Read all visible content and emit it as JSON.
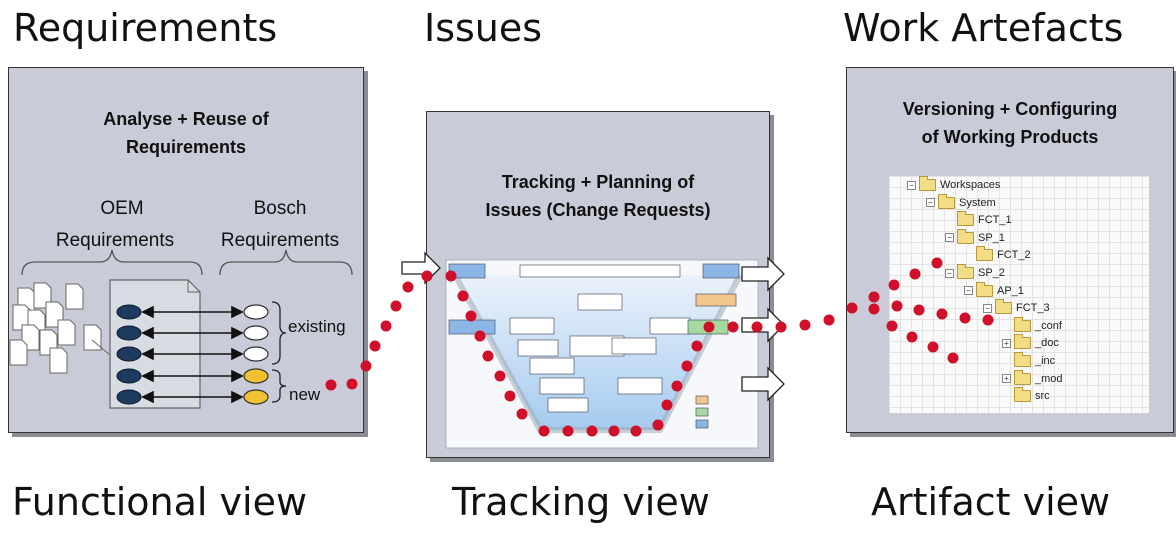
{
  "headings": {
    "requirements": "Requirements",
    "issues": "Issues",
    "work_artefacts": "Work Artefacts"
  },
  "footers": {
    "functional": "Functional view",
    "tracking": "Tracking view",
    "artifact": "Artifact view"
  },
  "panel_left": {
    "title_line1": "Analyse + Reuse of",
    "title_line2": "Requirements",
    "col1_line1": "OEM",
    "col1_line2": "Requirements",
    "col2_line1": "Bosch",
    "col2_line2": "Requirements",
    "existing_label": "existing",
    "new_label": "new"
  },
  "panel_middle": {
    "title_line1": "Tracking + Planning of",
    "title_line2": "Issues (Change Requests)"
  },
  "panel_right": {
    "title_line1": "Versioning + Configuring",
    "title_line2": "of Working Products",
    "tree": [
      {
        "label": "Workspaces",
        "depth": 0,
        "expander": "−"
      },
      {
        "label": "System",
        "depth": 1,
        "expander": "−"
      },
      {
        "label": "FCT_1",
        "depth": 2,
        "expander": ""
      },
      {
        "label": "SP_1",
        "depth": 2,
        "expander": "−"
      },
      {
        "label": "FCT_2",
        "depth": 3,
        "expander": ""
      },
      {
        "label": "SP_2",
        "depth": 2,
        "expander": "−"
      },
      {
        "label": "AP_1",
        "depth": 3,
        "expander": "−"
      },
      {
        "label": "FCT_3",
        "depth": 4,
        "expander": "−"
      },
      {
        "label": "_conf",
        "depth": 5,
        "expander": ""
      },
      {
        "label": "_doc",
        "depth": 5,
        "expander": "+"
      },
      {
        "label": "_inc",
        "depth": 5,
        "expander": ""
      },
      {
        "label": "_mod",
        "depth": 5,
        "expander": "+"
      },
      {
        "label": "src",
        "depth": 5,
        "expander": ""
      }
    ]
  },
  "colors": {
    "panel_bg": "#c9ccd8",
    "dots": "#d0102a",
    "oem_oval": "#1f3a5f",
    "new_oval": "#f2c132"
  }
}
